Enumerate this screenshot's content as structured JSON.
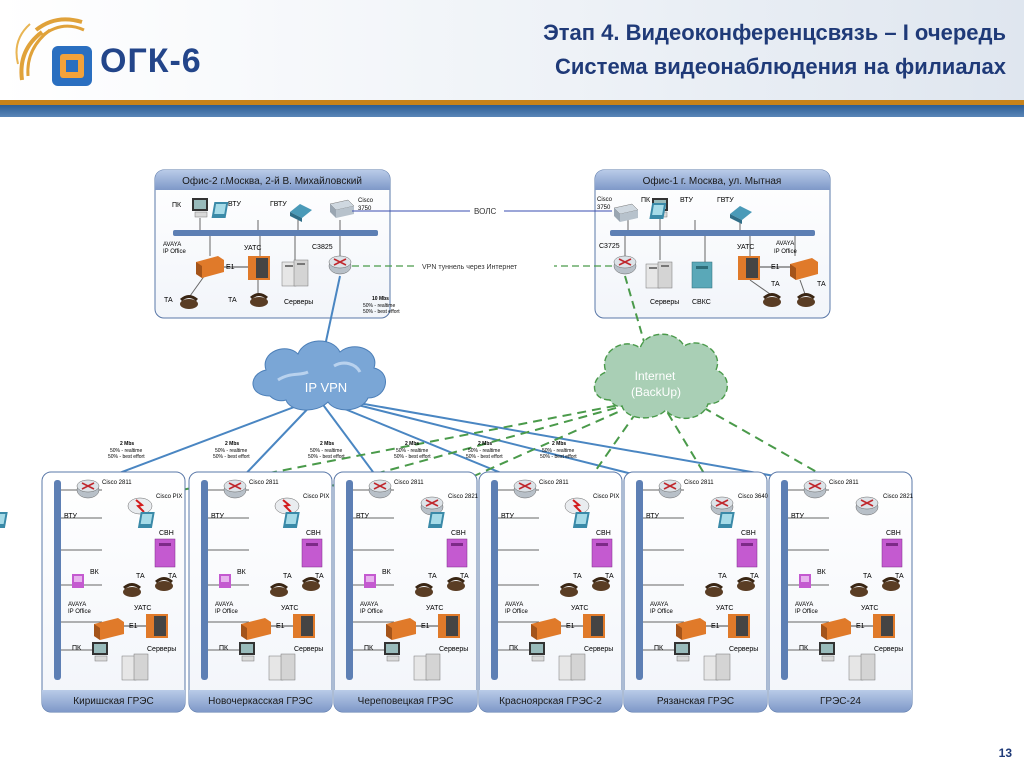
{
  "header": {
    "logo_text": "ОГК-6",
    "title_line1": "Этап 4. Видеоконференцсвязь – I очередь",
    "title_line2": "Система видеонаблюдения на филиалах"
  },
  "page_number": "13",
  "offices": {
    "office2": {
      "title": "Офис-2 г.Москва, 2-й В. Михайловский",
      "labels": {
        "pk": "ПК",
        "vtu": "ВТУ",
        "gvtu": "ГВТУ",
        "cisco_1": "Cisco",
        "cisco_2": "3750",
        "avaya_1": "AVAYA",
        "avaya_2": "IP Office",
        "e1": "E1",
        "uats": "УАТС",
        "c3825": "C3825",
        "ta1": "ТА",
        "ta2": "ТА",
        "servers": "Серверы"
      }
    },
    "office1": {
      "title": "Офис-1 г. Москва, ул. Мытная",
      "labels": {
        "cisco_1": "Cisco",
        "cisco_2": "3750",
        "pk": "ПК",
        "vtu": "ВТУ",
        "gvtu": "ГВТУ",
        "c3725": "C3725",
        "uats": "УАТС",
        "avaya_1": "AVAYA",
        "avaya_2": "IP Office",
        "e1": "E1",
        "ta1": "ТА",
        "ta2": "ТА",
        "servers": "Серверы",
        "svks": "СВКС"
      }
    }
  },
  "links": {
    "vols": "ВОЛС",
    "vpn_tunnel": "VPN туннель через Интернет",
    "ten_mbs": {
      "l1": "10 Mbs",
      "l2": "50% - realtime",
      "l3": "50% - best effort"
    },
    "two_mbs": {
      "l1": "2 Mbs",
      "l2": "50% - realtime",
      "l3": "50% - best effort"
    }
  },
  "clouds": {
    "ipvpn": "IP VPN",
    "internet_1": "Internet",
    "internet_2": "(BackUp)"
  },
  "branches": [
    {
      "name": "Киришская ГРЭС",
      "router": "Cisco 2811",
      "second": "Cisco PIX",
      "vk": "ВК",
      "ta_a": "ТА",
      "ta_b": "ТА"
    },
    {
      "name": "Новочеркасская ГРЭС",
      "router": "Cisco 2811",
      "second": "Cisco PIX",
      "vk": "ВК",
      "ta_a": "ТА",
      "ta_b": "ТА"
    },
    {
      "name": "Череповецкая ГРЭС",
      "router": "Cisco 2811",
      "second": "Cisco 2821",
      "vk": "ВК",
      "ta_a": "ТА",
      "ta_b": "ТА"
    },
    {
      "name": "Красноярская ГРЭС-2",
      "router": "Cisco 2811",
      "second": "Cisco PIX",
      "vk": "",
      "ta_a": "ТА",
      "ta_b": "ТА"
    },
    {
      "name": "Рязанская ГРЭС",
      "router": "Cisco 2811",
      "second": "Cisco 3640",
      "vk": "",
      "ta_a": "ТА",
      "ta_b": "ТА"
    },
    {
      "name": "ГРЭС-24",
      "router": "Cisco 2811",
      "second": "Cisco 2821",
      "vk": "ВК",
      "ta_a": "ТА",
      "ta_b": "ТА"
    }
  ],
  "branch_labels": {
    "vtu": "ВТУ",
    "svn": "СВН",
    "avaya_1": "AVAYA",
    "avaya_2": "IP Office",
    "uats": "УАТС",
    "e1": "E1",
    "pk": "ПК",
    "servers": "Серверы"
  },
  "colors": {
    "title": "#1f3a78",
    "accent_orange": "#c8831b",
    "office_box_header": "#8fa8d4",
    "solid_link": "#4a86c2",
    "dashed_link": "#4a9a4a",
    "ipvpn_cloud": "#7aa6d6",
    "internet_cloud": "#a9cfb5"
  }
}
